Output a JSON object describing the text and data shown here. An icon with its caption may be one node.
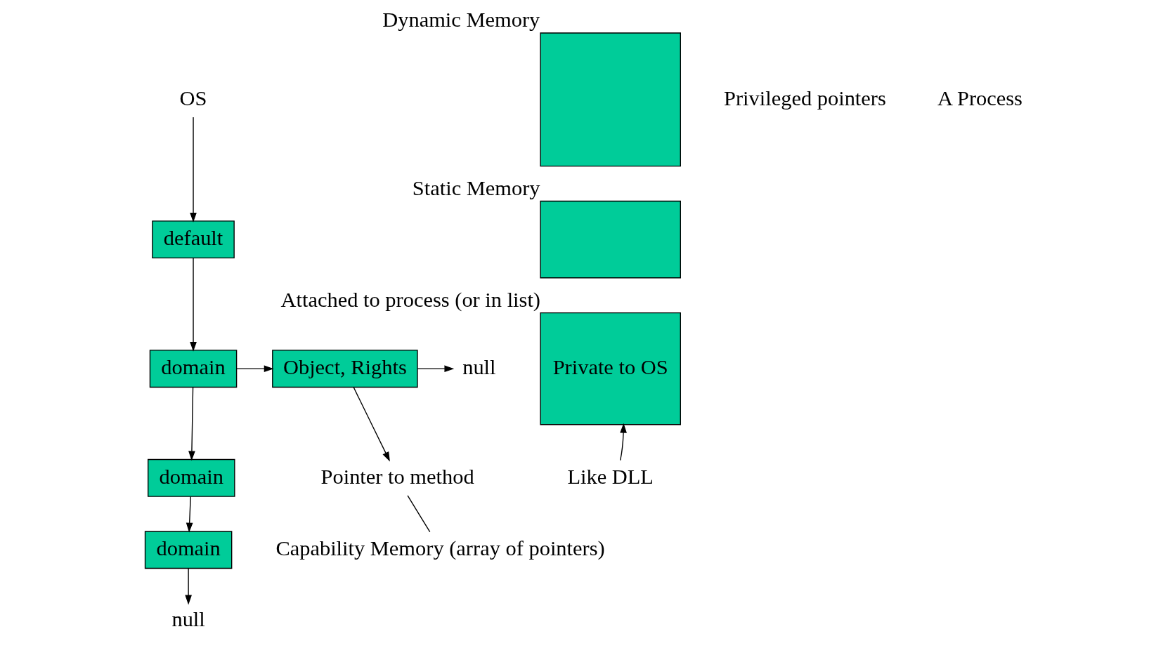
{
  "diagram": {
    "nodes": [
      {
        "text": [
          "OS"
        ]
      },
      {
        "text": [
          "default"
        ]
      },
      {
        "text": [
          "domain"
        ]
      },
      {
        "text": [
          "Object, Rights"
        ]
      },
      {
        "text": [
          "null"
        ]
      },
      {
        "text": [
          "Pointer to method"
        ]
      },
      {
        "text": [
          "domain"
        ]
      },
      {
        "text": [
          "domain"
        ]
      },
      {
        "text": [
          "null"
        ]
      },
      {
        "text": [],
        "shape": "box",
        "beside": [
          "Dynamic Memory"
        ]
      },
      {
        "text": [],
        "shape": "box",
        "beside": [
          "Static Memory"
        ]
      },
      {
        "text": [
          "Capability Memory (array of pointers)"
        ]
      },
      {
        "text": [
          "Private to OS"
        ],
        "beside": [
          "Attached to process (or in list)"
        ]
      },
      {
        "text": [
          "Like DLL"
        ]
      }
    ],
    "edges": [
      {
        "from": 0,
        "to": 1,
        "arrow": "to"
      },
      {
        "from": 1,
        "to": 2,
        "arrow": "to"
      },
      {
        "from": 2,
        "to": 3,
        "arrow": "to"
      },
      {
        "from": 3,
        "to": 4,
        "arrow": "to"
      },
      {
        "from": 3,
        "to": 5,
        "arrow": "to"
      },
      {
        "from": 2,
        "to": 6,
        "arrow": "to"
      },
      {
        "from": 6,
        "to": 7,
        "arrow": "to"
      },
      {
        "from": 7,
        "to": 8,
        "arrow": "to"
      },
      {
        "from": 5,
        "to": 11,
        "arrow": "none"
      },
      {
        "from": 13,
        "to": 12,
        "arrow": "to"
      }
    ],
    "labels": [
      "Privileged pointers",
      "A Process"
    ]
  }
}
